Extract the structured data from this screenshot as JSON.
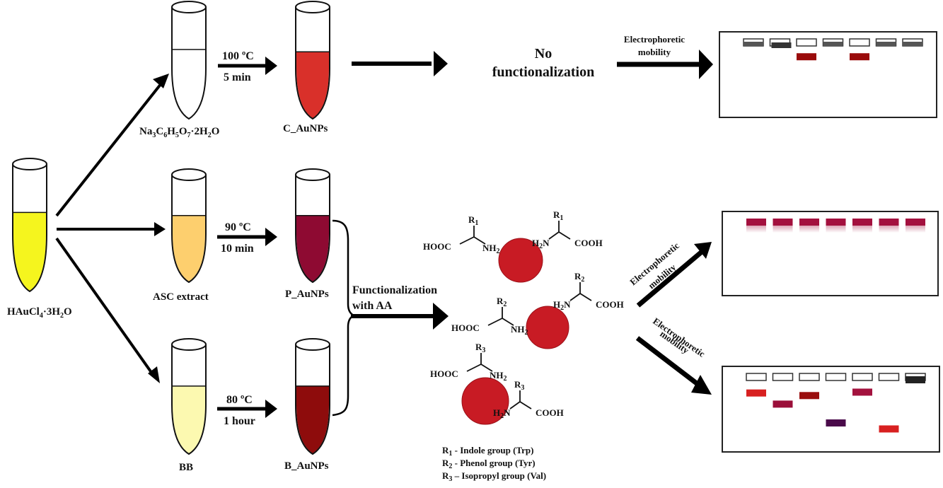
{
  "colors": {
    "precursor_yellow": "#f5f51e",
    "asc_extract": "#fdcf6e",
    "bb_extract": "#fcf9b0",
    "c_aunps": "#d9302a",
    "p_aunps": "#8e0a32",
    "b_aunps": "#8e0c0c",
    "nanoparticle": "#c81b24",
    "gel_band_red": "#9a0b0b",
    "gel_band_crimson": "#a3103e"
  },
  "tubes": {
    "precursor": {
      "label": "HAuCl",
      "sub1": "4",
      "mid": "·3H",
      "sub2": "2",
      "end": "O"
    },
    "citrate": {
      "label_parts": [
        "Na",
        "3",
        "C",
        "6",
        "H",
        "5",
        "O",
        "7",
        "·2H",
        "2",
        "O"
      ]
    },
    "c_aunps": {
      "label": "C_AuNPs"
    },
    "asc": {
      "label": "ASC extract"
    },
    "p_aunps": {
      "label": "P_AuNPs"
    },
    "bb": {
      "label": "BB"
    },
    "b_aunps": {
      "label": "B_AuNPs"
    }
  },
  "conditions": {
    "citrate": {
      "temp": "100 ºC",
      "time": "5 min"
    },
    "asc": {
      "temp": "90 ºC",
      "time": "10 min"
    },
    "bb": {
      "temp": "80 ºC",
      "time": "1 hour"
    }
  },
  "steps": {
    "no_functionalization": [
      "No",
      "functionalization"
    ],
    "functionalization": [
      "Functionalization",
      "with AA"
    ],
    "electrophoretic": [
      "Electrophoretic",
      "mobility"
    ]
  },
  "molecules": {
    "hooc": "HOOC",
    "cooh": "COOH",
    "nh": "NH",
    "h2n_h": "H",
    "h2n_n": "N",
    "sub_2": "2",
    "r": "R",
    "r_subs": [
      "1",
      "2",
      "3"
    ]
  },
  "legend": [
    {
      "r": "R",
      "sub": "1",
      "text": " - Indole group (Trp)"
    },
    {
      "r": "R",
      "sub": "2",
      "text": " - Phenol group (Tyr)"
    },
    {
      "r": "R",
      "sub": "3",
      "text": " – Isopropyl group (Val)"
    }
  ],
  "gels": [
    {
      "name": "no-functionalization-gel",
      "wells": [
        "gray",
        "dark",
        "open",
        "gray",
        "open",
        "gray",
        "gray"
      ],
      "bands": [
        {
          "lane": 3,
          "migration": 0.25,
          "color": "#9a0b0b"
        },
        {
          "lane": 5,
          "migration": 0.25,
          "color": "#9a0b0b"
        }
      ]
    },
    {
      "name": "p-aunps-gel",
      "wells": [
        "filled",
        "filled",
        "filled",
        "filled",
        "filled",
        "filled",
        "filled"
      ],
      "bands": []
    },
    {
      "name": "b-aunps-gel",
      "wells": [
        "open",
        "open",
        "open",
        "open",
        "open",
        "open",
        "black"
      ],
      "bands": [
        {
          "lane": 1,
          "migration": 0.27,
          "color": "#d82020"
        },
        {
          "lane": 2,
          "migration": 0.4,
          "color": "#9b0f3a"
        },
        {
          "lane": 3,
          "migration": 0.3,
          "color": "#9a0e0e"
        },
        {
          "lane": 4,
          "migration": 0.62,
          "color": "#4a0a4a"
        },
        {
          "lane": 5,
          "migration": 0.26,
          "color": "#a3123e"
        },
        {
          "lane": 6,
          "migration": 0.69,
          "color": "#d82020"
        }
      ]
    }
  ]
}
